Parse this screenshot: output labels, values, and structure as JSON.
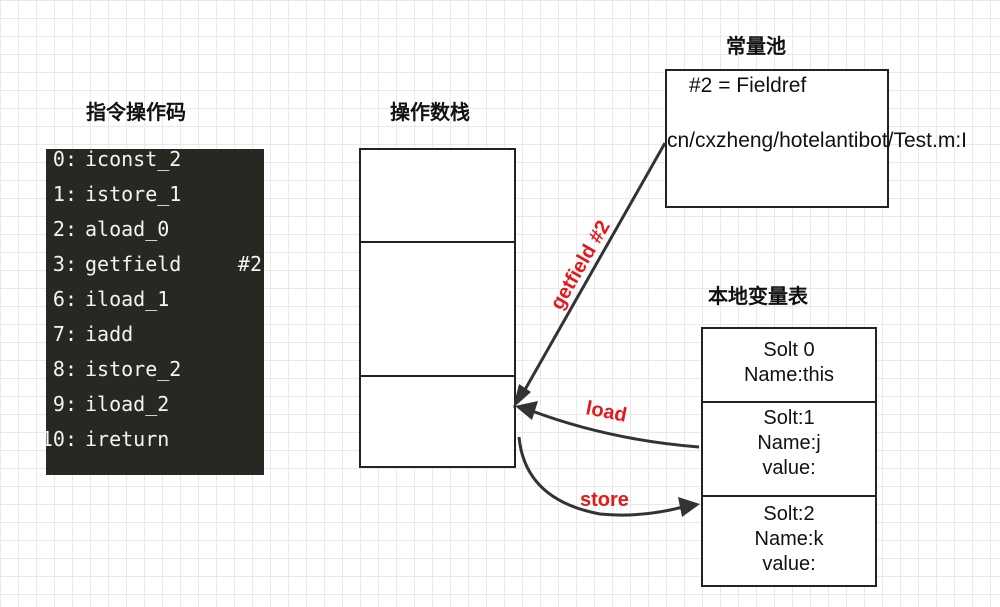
{
  "headings": {
    "instructions": "指令操作码",
    "operand_stack": "操作数栈",
    "constant_pool": "常量池",
    "local_variables": "本地变量表"
  },
  "bytecode": [
    {
      "index": "0:",
      "op": "iconst_2",
      "arg": ""
    },
    {
      "index": "1:",
      "op": "istore_1",
      "arg": ""
    },
    {
      "index": "2:",
      "op": "aload_0",
      "arg": ""
    },
    {
      "index": "3:",
      "op": "getfield",
      "arg": "#2"
    },
    {
      "index": "6:",
      "op": "iload_1",
      "arg": ""
    },
    {
      "index": "7:",
      "op": "iadd",
      "arg": ""
    },
    {
      "index": "8:",
      "op": "istore_2",
      "arg": ""
    },
    {
      "index": "9:",
      "op": "iload_2",
      "arg": ""
    },
    {
      "index": "10:",
      "op": "ireturn",
      "arg": ""
    }
  ],
  "constant_pool": {
    "line1": "#2 = Fieldref",
    "line2": "cn/cxzheng/hotelantibot/Test.m:I"
  },
  "local_variables": [
    {
      "lines": [
        "Solt 0",
        "Name:this"
      ]
    },
    {
      "lines": [
        "Solt:1",
        "Name:j",
        "value:"
      ]
    },
    {
      "lines": [
        "Solt:2",
        "Name:k",
        "value:"
      ]
    }
  ],
  "arrows": {
    "getfield_label": "getfield #2",
    "load_label": "load",
    "store_label": "store"
  },
  "colors": {
    "arrow_label": "#e5191b",
    "code_background": "#272822",
    "code_text": "#f4f4f4"
  }
}
